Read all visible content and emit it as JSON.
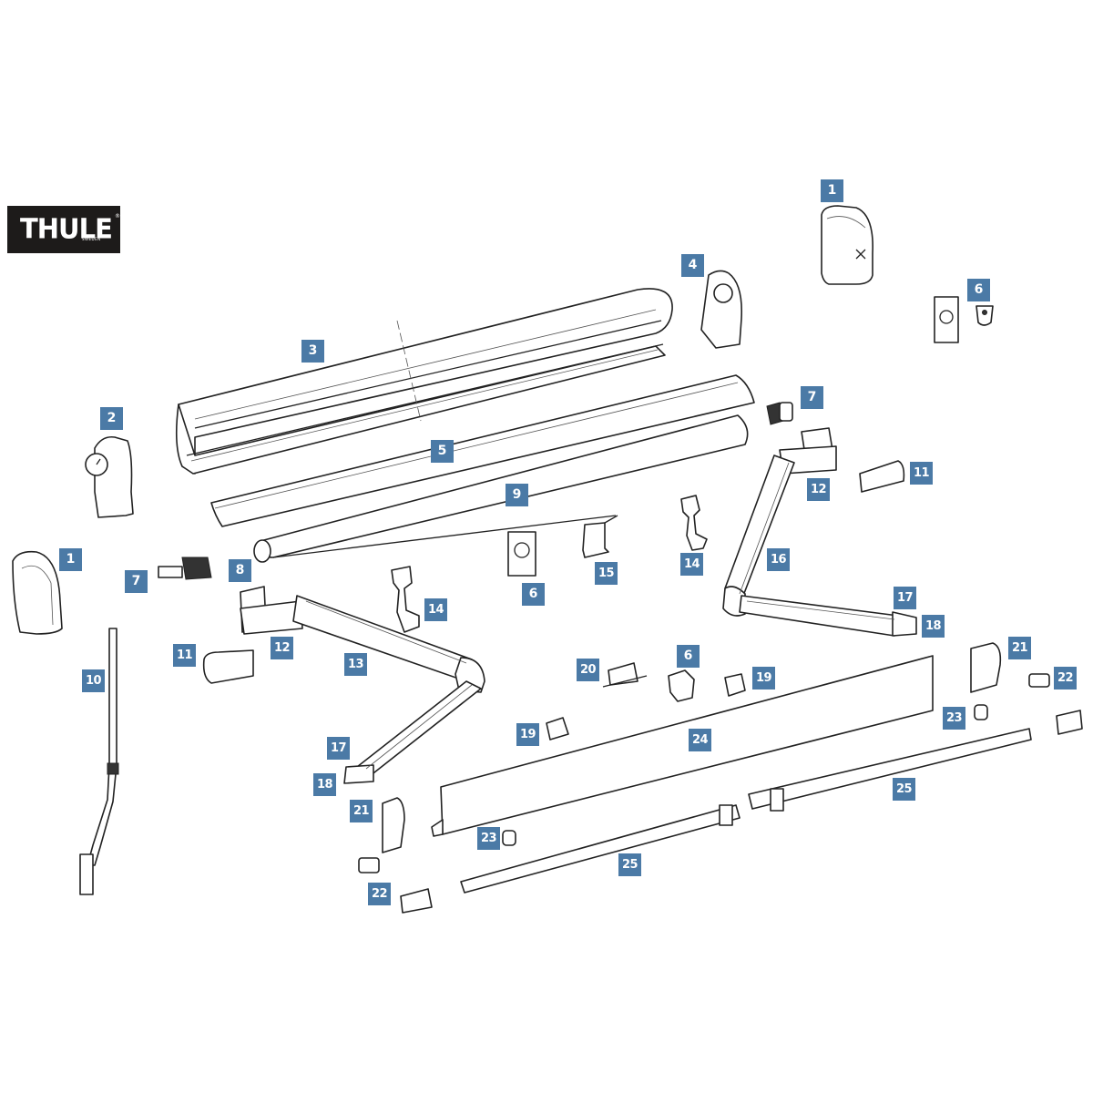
{
  "brand": {
    "name": "THULE",
    "subtitle": "SWEDEN",
    "registered": "®"
  },
  "label_color": "#4b7aa6",
  "parts": [
    {
      "id": "tag-1a",
      "num": "1",
      "part": "end-cap-right"
    },
    {
      "id": "tag-1b",
      "num": "1",
      "part": "end-cap-left"
    },
    {
      "id": "tag-2",
      "num": "2",
      "part": "drive-end-housing"
    },
    {
      "id": "tag-3",
      "num": "3",
      "part": "awning-cassette-profile"
    },
    {
      "id": "tag-4",
      "num": "4",
      "part": "idler-end-housing"
    },
    {
      "id": "tag-5",
      "num": "5",
      "part": "cover-strip"
    },
    {
      "id": "tag-6a",
      "num": "6",
      "part": "clip-top-right"
    },
    {
      "id": "tag-6b",
      "num": "6",
      "part": "clip-center"
    },
    {
      "id": "tag-6c",
      "num": "6",
      "part": "clip-lower"
    },
    {
      "id": "tag-7a",
      "num": "7",
      "part": "gear-left"
    },
    {
      "id": "tag-7b",
      "num": "7",
      "part": "spring-plug-right"
    },
    {
      "id": "tag-8",
      "num": "8",
      "part": "roller-tube"
    },
    {
      "id": "tag-9",
      "num": "9",
      "part": "fabric"
    },
    {
      "id": "tag-10",
      "num": "10",
      "part": "crank-handle"
    },
    {
      "id": "tag-11a",
      "num": "11",
      "part": "arm-cover-left"
    },
    {
      "id": "tag-11b",
      "num": "11",
      "part": "arm-cover-right"
    },
    {
      "id": "tag-12a",
      "num": "12",
      "part": "arm-bracket-left"
    },
    {
      "id": "tag-12b",
      "num": "12",
      "part": "arm-bracket-right"
    },
    {
      "id": "tag-13",
      "num": "13",
      "part": "upper-arm-left"
    },
    {
      "id": "tag-14a",
      "num": "14",
      "part": "strap-left"
    },
    {
      "id": "tag-14b",
      "num": "14",
      "part": "strap-right"
    },
    {
      "id": "tag-15",
      "num": "15",
      "part": "plate"
    },
    {
      "id": "tag-16",
      "num": "16",
      "part": "upper-arm-right"
    },
    {
      "id": "tag-17a",
      "num": "17",
      "part": "lower-arm-left"
    },
    {
      "id": "tag-17b",
      "num": "17",
      "part": "lower-arm-right"
    },
    {
      "id": "tag-18a",
      "num": "18",
      "part": "arm-end-left"
    },
    {
      "id": "tag-18b",
      "num": "18",
      "part": "arm-end-right"
    },
    {
      "id": "tag-19a",
      "num": "19",
      "part": "bracket-upper"
    },
    {
      "id": "tag-19b",
      "num": "19",
      "part": "bracket-lower"
    },
    {
      "id": "tag-20",
      "num": "20",
      "part": "lock-clip"
    },
    {
      "id": "tag-21a",
      "num": "21",
      "part": "front-end-cap-right"
    },
    {
      "id": "tag-21b",
      "num": "21",
      "part": "front-end-cap-left"
    },
    {
      "id": "tag-22a",
      "num": "22",
      "part": "end-plug-right"
    },
    {
      "id": "tag-22b",
      "num": "22",
      "part": "end-plug-left"
    },
    {
      "id": "tag-23a",
      "num": "23",
      "part": "cap-right"
    },
    {
      "id": "tag-23b",
      "num": "23",
      "part": "cap-left"
    },
    {
      "id": "tag-24",
      "num": "24",
      "part": "front-profile"
    },
    {
      "id": "tag-25a",
      "num": "25",
      "part": "leg-right"
    },
    {
      "id": "tag-25b",
      "num": "25",
      "part": "leg-left"
    }
  ]
}
